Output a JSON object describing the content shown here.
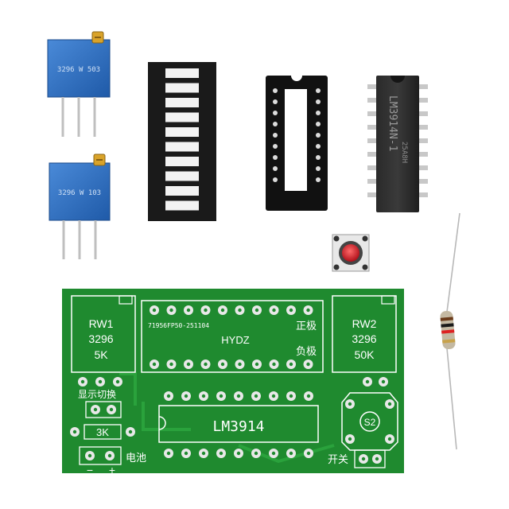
{
  "potentiometer_top": {
    "marking": "3296 W 503"
  },
  "potentiometer_bottom": {
    "marking": "3296 W 103"
  },
  "chip": {
    "part": "LM3914N-1",
    "date_code": "25A8H"
  },
  "pcb": {
    "rw1": {
      "name": "RW1",
      "type": "3296",
      "value": "5K"
    },
    "rw2": {
      "name": "RW2",
      "type": "3296",
      "value": "50K"
    },
    "hydz": "HYDZ",
    "part_code": "71956FP50-251104",
    "positive": "正极",
    "negative": "负极",
    "display_switch": "显示切换",
    "resistor": "3K",
    "ic_label": "LM3914",
    "battery": "电池",
    "minus": "−",
    "plus": "+",
    "switch_label": "开关",
    "s2": "S2"
  },
  "colors": {
    "pcb_green": "#1f8a2f",
    "silkscreen": "#ffffff",
    "pot_blue": "#2f6fc4",
    "led_bar_black": "#1a1a1a",
    "button_red": "#d8202a"
  }
}
